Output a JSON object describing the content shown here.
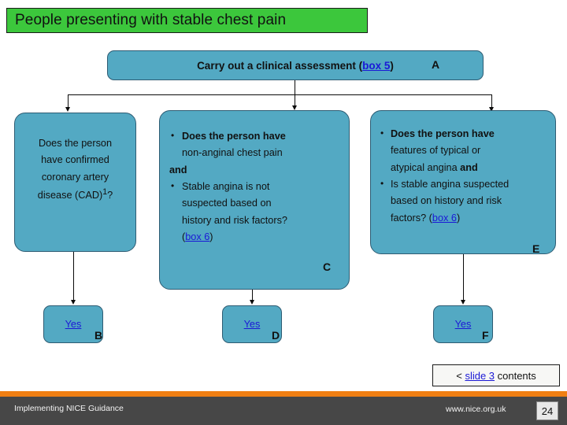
{
  "slide": {
    "title": "People presenting with stable chest pain",
    "page_number": "24"
  },
  "flow": {
    "top_box": {
      "text_before_link": "Carry out a clinical assessment (",
      "link": "box 5",
      "text_after_link": ")",
      "corner_letter": "A"
    },
    "left_box": {
      "line1": "Does the person",
      "line2": "have confirmed",
      "line3": "coronary artery",
      "line4": "disease (CAD)",
      "superscript": "1",
      "line4_end": "?"
    },
    "middle_box": {
      "bullet1_line1": "Does the person have",
      "bullet1_line2": "non-anginal chest pain",
      "conjunction": "and",
      "bullet2_line1": "Stable angina is not",
      "bullet2_line2": "suspected based on",
      "bullet2_line3": "history and risk factors?",
      "bullet2_link_open": "(",
      "bullet2_link": "box 6",
      "bullet2_link_close": ")",
      "corner_letter": "C"
    },
    "right_box": {
      "bullet1_line1": "Does the person have",
      "bullet1_line2": "features of typical or",
      "bullet1_line3": "atypical angina ",
      "bullet1_bold": "and",
      "bullet2_line1": "Is stable angina suspected",
      "bullet2_line2": "based on history and risk",
      "bullet2_line3": "factors? (",
      "bullet2_link": "box 6",
      "bullet2_line3_end": ")",
      "corner_letter": "E"
    },
    "yes_boxes": [
      {
        "label": "Yes",
        "corner_letter": "B"
      },
      {
        "label": "Yes",
        "corner_letter": "D"
      },
      {
        "label": "Yes",
        "corner_letter": "F"
      }
    ]
  },
  "contents_button": {
    "prefix": "< ",
    "link": "slide 3",
    "suffix": " contents"
  },
  "footer": {
    "left_text": "Implementing NICE Guidance",
    "right_text": "www.nice.org.uk"
  },
  "colors": {
    "title_green": "#3CC73C",
    "box_teal": "#53A9C3",
    "box_border": "#2E5C73",
    "link_blue": "#1B19D6",
    "footer_orange": "#F07F13",
    "footer_gray": "#474747"
  }
}
